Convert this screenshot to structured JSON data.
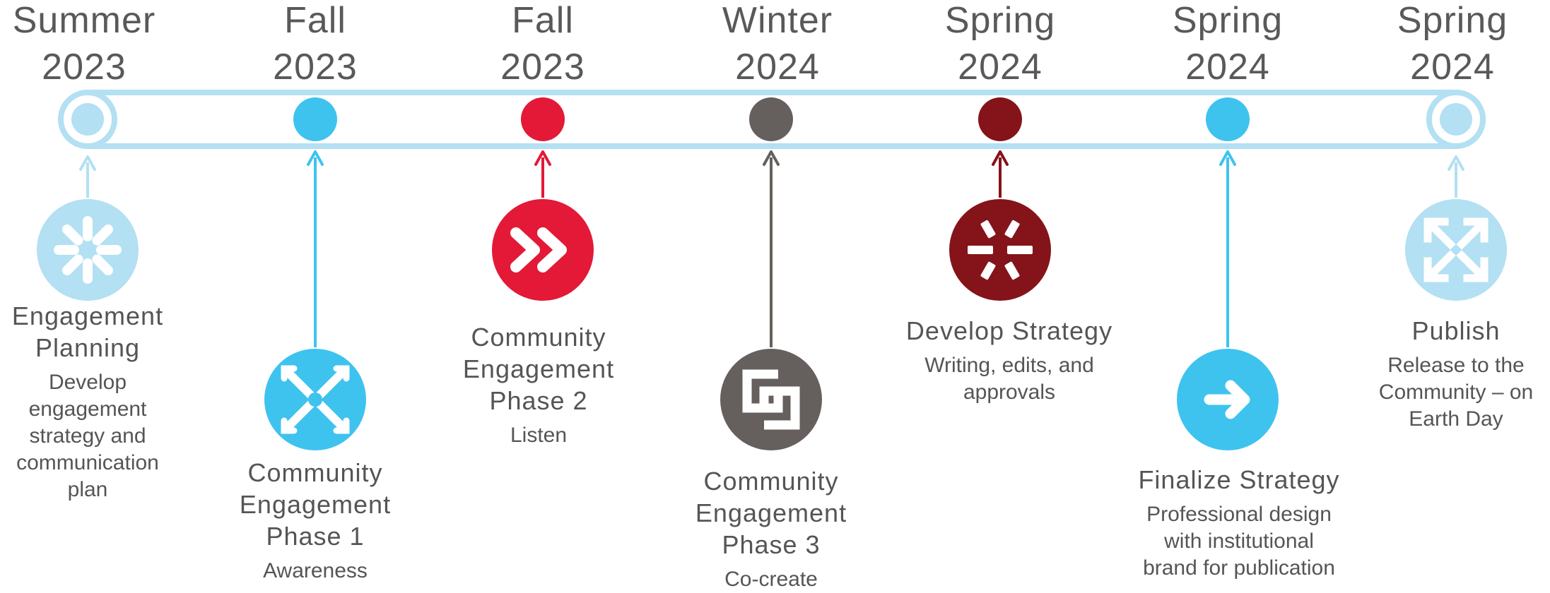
{
  "timeline": {
    "colors": {
      "track": "#b3e0f2",
      "season_text": "#595959",
      "label_text": "#555555"
    },
    "milestones": [
      {
        "season": "Summer",
        "year": "2023",
        "title": "Engagement\nPlanning",
        "description": "Develop\nengagement\nstrategy and\ncommunication\nplan",
        "color": "#b3e0f2",
        "icon": "asterisk-icon",
        "endpoint": true
      },
      {
        "season": "Fall",
        "year": "2023",
        "title": "Community\nEngagement\nPhase 1",
        "description": "Awareness",
        "color": "#3ec3ee",
        "icon": "cross-arrows-icon",
        "endpoint": false
      },
      {
        "season": "Fall",
        "year": "2023",
        "title": "Community\nEngagement\nPhase 2",
        "description": "Listen",
        "color": "#e31937",
        "icon": "double-chevron-icon",
        "endpoint": false
      },
      {
        "season": "Winter",
        "year": "2024",
        "title": "Community\nEngagement\nPhase 3",
        "description": "Co-create",
        "color": "#65605e",
        "icon": "interlock-icon",
        "endpoint": false
      },
      {
        "season": "Spring",
        "year": "2024",
        "title": "Develop Strategy",
        "description": "Writing, edits, and\napprovals",
        "color": "#84141a",
        "icon": "burst-icon",
        "endpoint": false
      },
      {
        "season": "Spring",
        "year": "2024",
        "title": "Finalize Strategy",
        "description": "Professional design\nwith institutional\nbrand for publication",
        "color": "#3ec3ee",
        "icon": "arrow-right-icon",
        "endpoint": false
      },
      {
        "season": "Spring",
        "year": "2024",
        "title": "Publish",
        "description": "Release to the\nCommunity – on\nEarth Day",
        "color": "#b3e0f2",
        "icon": "expand-arrows-icon",
        "endpoint": true
      }
    ]
  }
}
